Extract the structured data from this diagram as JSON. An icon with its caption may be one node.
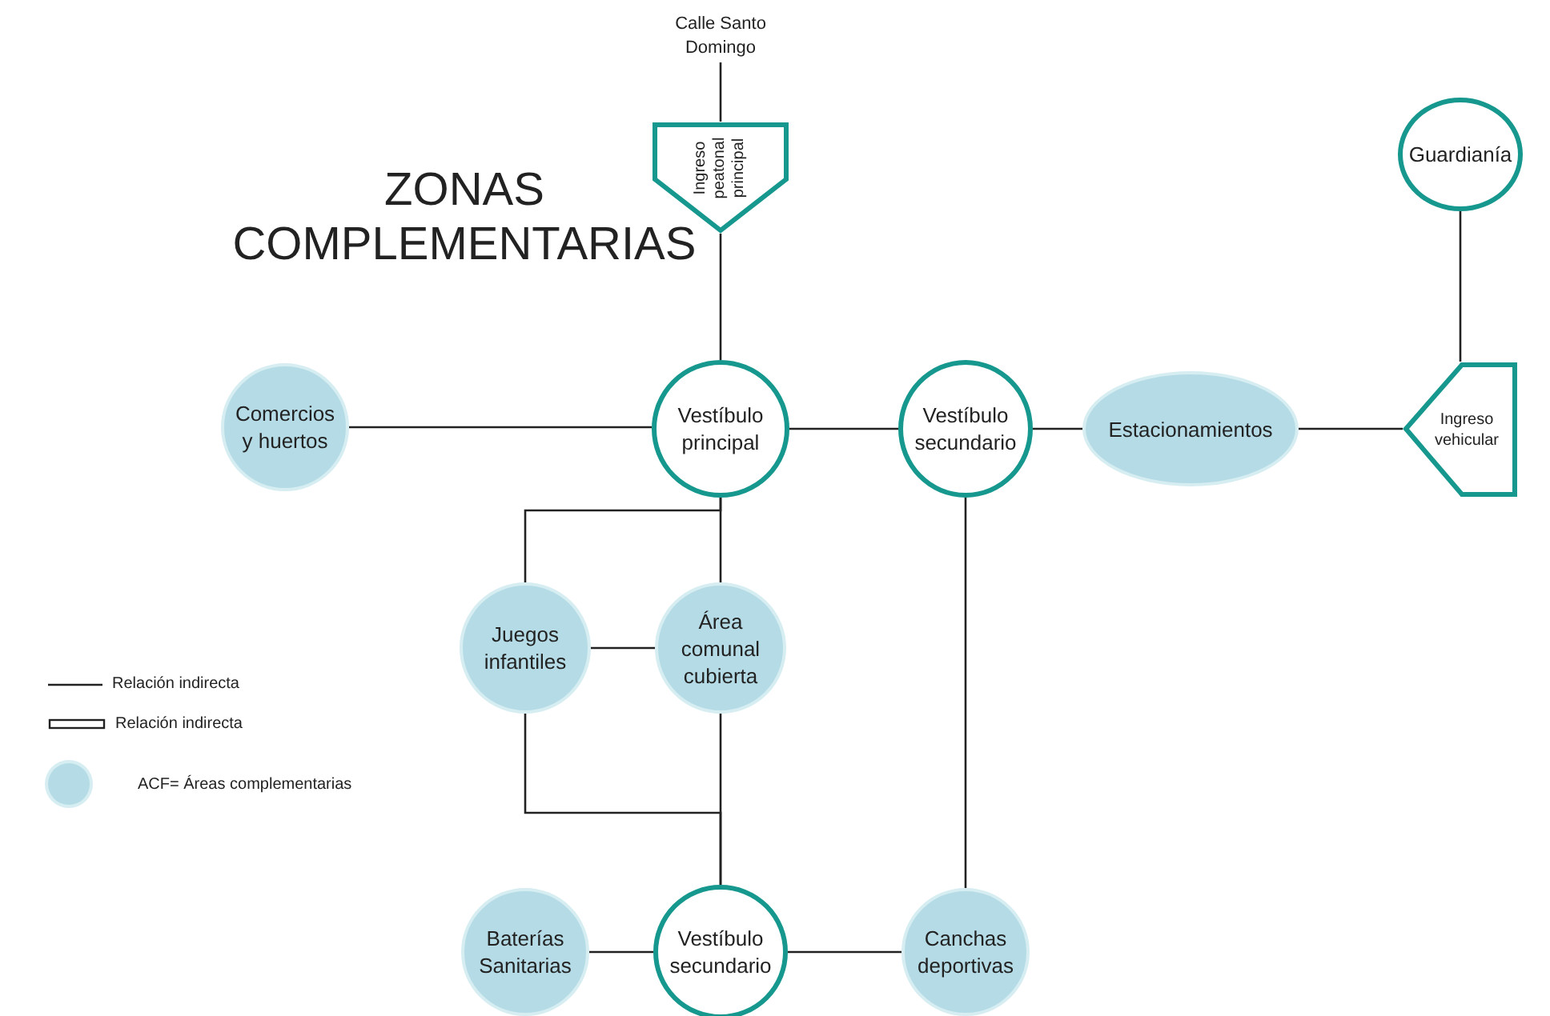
{
  "diagram": {
    "title": "ZONAS COMPLEMENTARIAS",
    "nodes": [
      {
        "text": [
          "Calle Santo Domingo"
        ]
      },
      {
        "text": [
          "Ingreso peatonal principal"
        ]
      },
      {
        "text": [
          "Comercios y huertos"
        ]
      },
      {
        "text": [
          "Vestíbulo principal"
        ]
      },
      {
        "text": [
          "Vestíbulo secundario"
        ]
      },
      {
        "text": [
          "Estacionamientos"
        ]
      },
      {
        "text": [
          "Guardianía"
        ]
      },
      {
        "text": [
          "Ingreso vehicular"
        ]
      },
      {
        "text": [
          "Juegos infantiles"
        ]
      },
      {
        "text": [
          "Área comunal cubierta"
        ]
      },
      {
        "text": [
          "Baterías Sanitarias"
        ]
      },
      {
        "text": [
          "Vestíbulo secundario"
        ]
      },
      {
        "text": [
          "Canchas deportivas"
        ]
      }
    ],
    "edges": [
      {
        "from": 0,
        "to": 1,
        "arrow": "none"
      },
      {
        "from": 1,
        "to": 3,
        "arrow": "none"
      },
      {
        "from": 2,
        "to": 3,
        "arrow": "none"
      },
      {
        "from": 3,
        "to": 4,
        "arrow": "none"
      },
      {
        "from": 4,
        "to": 5,
        "arrow": "none"
      },
      {
        "from": 5,
        "to": 7,
        "arrow": "none"
      },
      {
        "from": 6,
        "to": 7,
        "arrow": "none"
      },
      {
        "from": 3,
        "to": 8,
        "arrow": "none"
      },
      {
        "from": 3,
        "to": 9,
        "arrow": "none"
      },
      {
        "from": 8,
        "to": 9,
        "arrow": "none"
      },
      {
        "from": 8,
        "to": 11,
        "arrow": "none"
      },
      {
        "from": 9,
        "to": 11,
        "arrow": "none"
      },
      {
        "from": 10,
        "to": 11,
        "arrow": "none"
      },
      {
        "from": 11,
        "to": 12,
        "arrow": "none"
      },
      {
        "from": 4,
        "to": 12,
        "arrow": "none"
      }
    ],
    "legend": [
      {
        "text": "Relación indirecta"
      },
      {
        "text": "Relación indirecta"
      },
      {
        "text": "ACF=  Áreas complementarias",
        "color": "#b5dce6"
      }
    ]
  }
}
